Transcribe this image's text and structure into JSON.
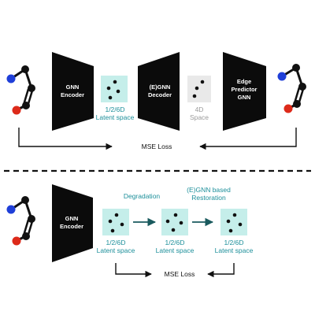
{
  "colors": {
    "latent_box": "#c5eeea",
    "space_box": "#e9e9e9",
    "teal_text": "#1c8f9a",
    "node_blue": "#1f3fd8",
    "node_red": "#dd2a1a",
    "node_black": "#111111"
  },
  "top": {
    "gnn_encoder": "GNN\nEncoder",
    "egnn_decoder": "(E)GNN\nDecoder",
    "edge_predictor": "Edge\nPredictor\nGNN",
    "latent_label": "1/2/6D\nLatent space",
    "space_label": "4D\nSpace",
    "loss_label": "MSE Loss"
  },
  "bottom": {
    "gnn_encoder": "GNN\nEncoder",
    "degradation_label": "Degradation",
    "restoration_label": "(E)GNN based\nRestoration",
    "latent_labels": [
      "1/2/6D\nLatent space",
      "1/2/6D\nLatent space",
      "1/2/6D\nLatent space"
    ],
    "loss_label": "MSE Loss"
  }
}
